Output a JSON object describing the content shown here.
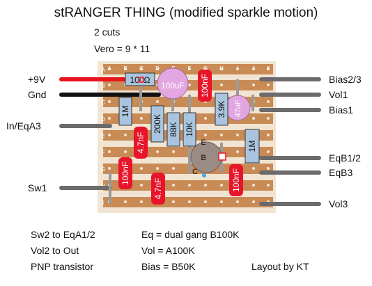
{
  "header": {
    "title": "stRANGER THING (modified sparkle motion)",
    "cuts": "2 cuts",
    "vero": "Vero = 9 * 11"
  },
  "board": {
    "columns": [
      "A",
      "B",
      "C",
      "D",
      "E",
      "F",
      "G",
      "H",
      "I",
      "J",
      "K"
    ],
    "rows": [
      "A",
      "B",
      "C",
      "D",
      "E",
      "F",
      "G",
      "H",
      "I"
    ]
  },
  "wires_left": [
    {
      "label": "+9V",
      "color": "#e8141e"
    },
    {
      "label": "Gnd",
      "color": "#111111"
    },
    {
      "label": "In/EqA3",
      "color": "#6b6b6b"
    },
    {
      "label": "Sw1",
      "color": "#6b6b6b"
    }
  ],
  "wires_right": [
    {
      "label": "Bias2/3"
    },
    {
      "label": "Vol1"
    },
    {
      "label": "Bias1"
    },
    {
      "label": "EqB1/2"
    },
    {
      "label": "EqB3"
    },
    {
      "label": "Vol3"
    }
  ],
  "components": {
    "r100": "100Ω",
    "r1m_left": "1M",
    "r200k": "200K",
    "r88k": "88K",
    "r10k": "10K",
    "r3k9": "3.9K",
    "r1m_right": "1M",
    "c100uf": "100uF",
    "c47uf": "47uF",
    "c100nf_top": "100nF",
    "c47nf_upper": "4.7nF",
    "c47nf_lower": "4.7nF",
    "c100nf_left": "100nF",
    "c100nf_right": "100nF",
    "tr_e": "E",
    "tr_b": "B",
    "tr_c": "C"
  },
  "notes": {
    "sw2": "Sw2 to EqA1/2",
    "vol2": "Vol2 to Out",
    "pnp": "PNP transistor",
    "eq": "Eq = dual gang B100K",
    "vol": "Vol = A100K",
    "bias": "Bias = B50K",
    "author": "Layout by KT"
  },
  "colors": {
    "strip": "#c98b55",
    "gap": "#f1e4d3",
    "resistor": "#a9c4de",
    "electrolytic": "#e2a6e0",
    "film_cap": "#e8152a",
    "transistor": "#9a8b84",
    "jumper": "#9a9a9a",
    "cut": "#ff3030"
  }
}
